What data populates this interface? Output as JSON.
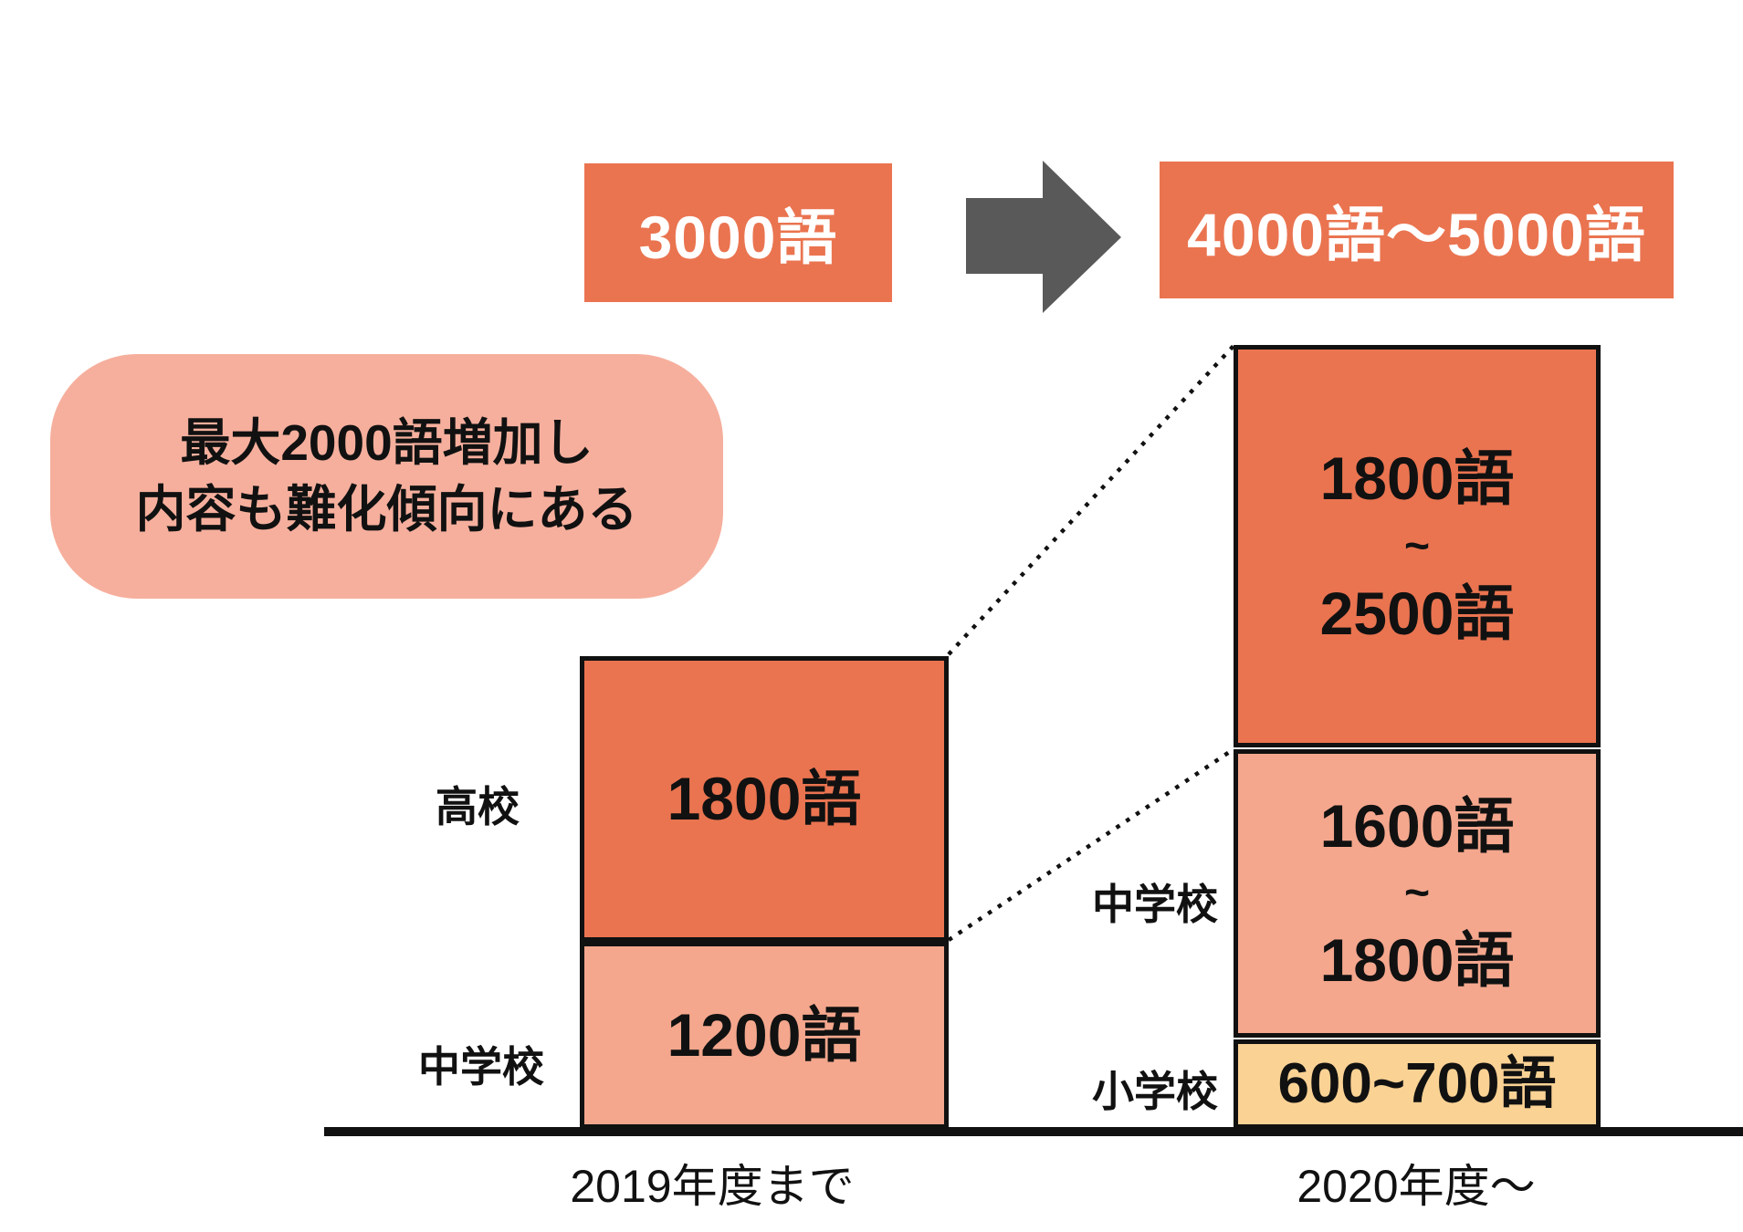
{
  "colors": {
    "orange": "#EA7450",
    "salmon": "#F4A78D",
    "pink": "#F6AF9D",
    "yellow": "#FAD294",
    "gray": "#595959",
    "ink": "#111111"
  },
  "flow": {
    "before": "3000語",
    "after": "4000語〜5000語"
  },
  "bubble": {
    "line1": "最大2000語増加し",
    "line2": "内容も難化傾向にある"
  },
  "bars": {
    "before": {
      "axis_label": "2019年度まで",
      "segments": [
        {
          "school": "高校",
          "value": "1800語"
        },
        {
          "school": "中学校",
          "value": "1200語"
        }
      ]
    },
    "after": {
      "axis_label": "2020年度〜",
      "segments": [
        {
          "school": "高校",
          "lines": [
            "1800語",
            "~",
            "2500語"
          ]
        },
        {
          "school": "中学校",
          "lines": [
            "1600語",
            "~",
            "1800語"
          ]
        },
        {
          "school": "小学校",
          "value": "600~700語"
        }
      ]
    }
  },
  "chart_data": {
    "type": "bar",
    "subtype": "stacked_comparison",
    "categories": [
      "2019年度まで",
      "2020年度〜"
    ],
    "series": [
      {
        "name": "高校",
        "labels": [
          "1800語",
          "1800語〜2500語"
        ],
        "word_counts": [
          [
            1800,
            1800
          ],
          [
            1800,
            2500
          ]
        ]
      },
      {
        "name": "中学校",
        "labels": [
          "1200語",
          "1600語〜1800語"
        ],
        "word_counts": [
          [
            1200,
            1200
          ],
          [
            1600,
            1800
          ]
        ]
      },
      {
        "name": "小学校",
        "labels": [
          null,
          "600~700語"
        ],
        "word_counts": [
          [
            0,
            0
          ],
          [
            600,
            700
          ]
        ]
      }
    ],
    "totals": {
      "labels": [
        "3000語",
        "4000語〜5000語"
      ],
      "word_counts": [
        [
          3000,
          3000
        ],
        [
          4000,
          5000
        ]
      ]
    },
    "annotation": "最大2000語増加し内容も難化傾向にある",
    "grid": false,
    "legend_position": "none",
    "xlabel": "",
    "ylabel": ""
  }
}
